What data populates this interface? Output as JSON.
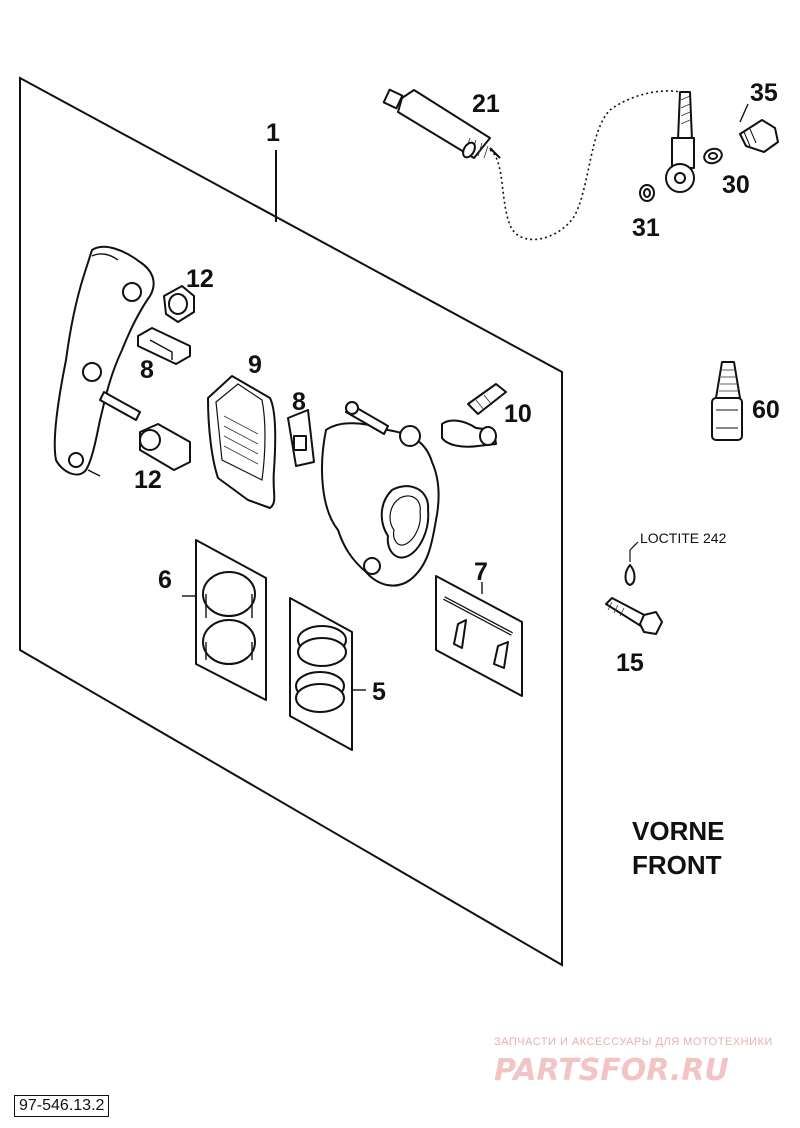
{
  "diagram": {
    "part_labels": {
      "p1": "1",
      "p5": "5",
      "p6": "6",
      "p7": "7",
      "p8a": "8",
      "p8b": "8",
      "p9": "9",
      "p10": "10",
      "p12a": "12",
      "p12b": "12",
      "p15": "15",
      "p21": "21",
      "p30": "30",
      "p31": "31",
      "p35": "35",
      "p60": "60"
    },
    "loctite_note": "LOCTITE 242",
    "orientation_line1": "VORNE",
    "orientation_line2": "FRONT",
    "reference_code": "97-546.13.2"
  },
  "watermark": {
    "tagline": "ЗАПЧАСТИ И АКСЕССУАРЫ ДЛЯ МОТОТЕХНИКИ",
    "brand": "PARTSFOR.RU"
  }
}
